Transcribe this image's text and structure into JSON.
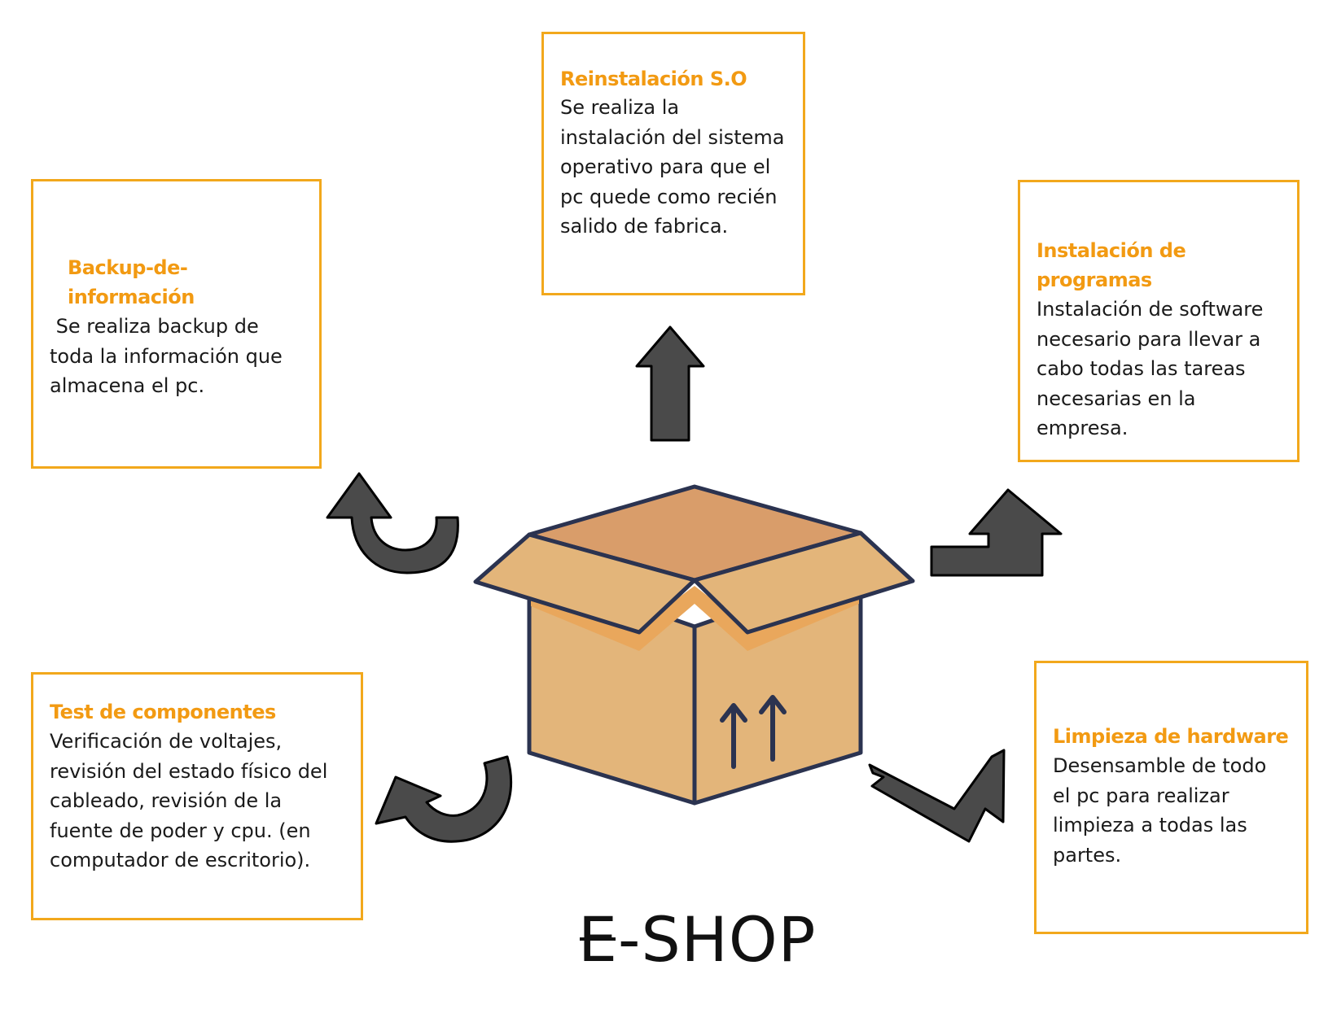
{
  "cards": {
    "reinstall": {
      "title": "Reinstalación S.O",
      "body": "Se realiza la instalación del sistema operativo para que el pc quede como recién salido de fabrica."
    },
    "backup": {
      "title": "Backup-de-información",
      "body": " Se realiza backup de toda la información que almacena el pc."
    },
    "programs": {
      "title": "Instalación de programas",
      "body": "Instalación de software necesario para llevar a cabo todas las tareas necesarias en la empresa."
    },
    "test": {
      "title": "Test  de componentes",
      "body": "Verificación de voltajes, revisión del estado físico del cableado, revisión de la fuente de poder y cpu. (en computador de escritorio)."
    },
    "clean": {
      "title": "Limpieza de hardware",
      "body": "Desensamble de todo el pc para realizar limpieza a todas las partes."
    }
  },
  "brand": {
    "text": "E-SHOP"
  },
  "colors": {
    "border": "#f2a81c",
    "title": "#f29a12",
    "arrow": "#4a4a4a",
    "box": "#e3b57a",
    "box_outline": "#2b3350"
  },
  "icons": [
    "up-arrow-icon",
    "curved-arrow-icon",
    "bent-arrow-icon",
    "open-box-icon",
    "this-side-up-icon"
  ]
}
